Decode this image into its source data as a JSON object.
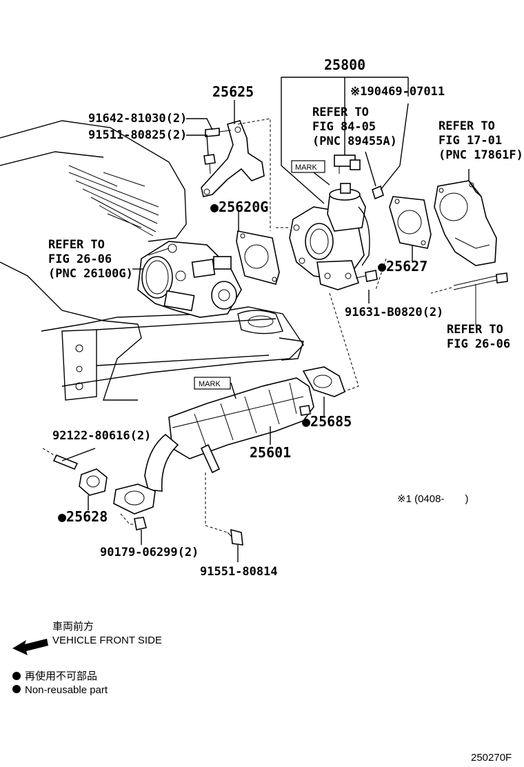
{
  "labels": {
    "p25800": "25800",
    "p190469": "※190469-07011",
    "p25625": "25625",
    "p91642": "91642-81030(2)",
    "p91511": "91511-80825(2)",
    "refer84_l1": "REFER TO",
    "refer84_l2": "FIG 84-05",
    "refer84_l3": "(PNC 89455A)",
    "refer17_l1": "REFER TO",
    "refer17_l2": "FIG 17-01",
    "refer17_l3": "(PNC 17861F)",
    "mark_upper": "MARK",
    "p25620G": "●25620G",
    "refer2606a_l1": "REFER TO",
    "refer2606a_l2": "FIG 26-06",
    "refer2606a_l3": "(PNC 26100G)",
    "p25627": "●25627",
    "p91631": "91631-B0820(2)",
    "refer2606b_l1": "REFER TO",
    "refer2606b_l2": "FIG 26-06",
    "mark_lower": "MARK",
    "p25685": "●25685",
    "p92122": "92122-80616(2)",
    "p25601": "25601",
    "p25628": "●25628",
    "note1": "※1 (0408-　　)",
    "p90179": "90179-06299(2)",
    "p91551": "91551-80814"
  },
  "legend": {
    "front_jp": "車両前方",
    "front_en": "VEHICLE FRONT SIDE",
    "nonreuse_jp": "再使用不可部品",
    "nonreuse_en": "Non-reusable part"
  },
  "figure_id": "250270F"
}
